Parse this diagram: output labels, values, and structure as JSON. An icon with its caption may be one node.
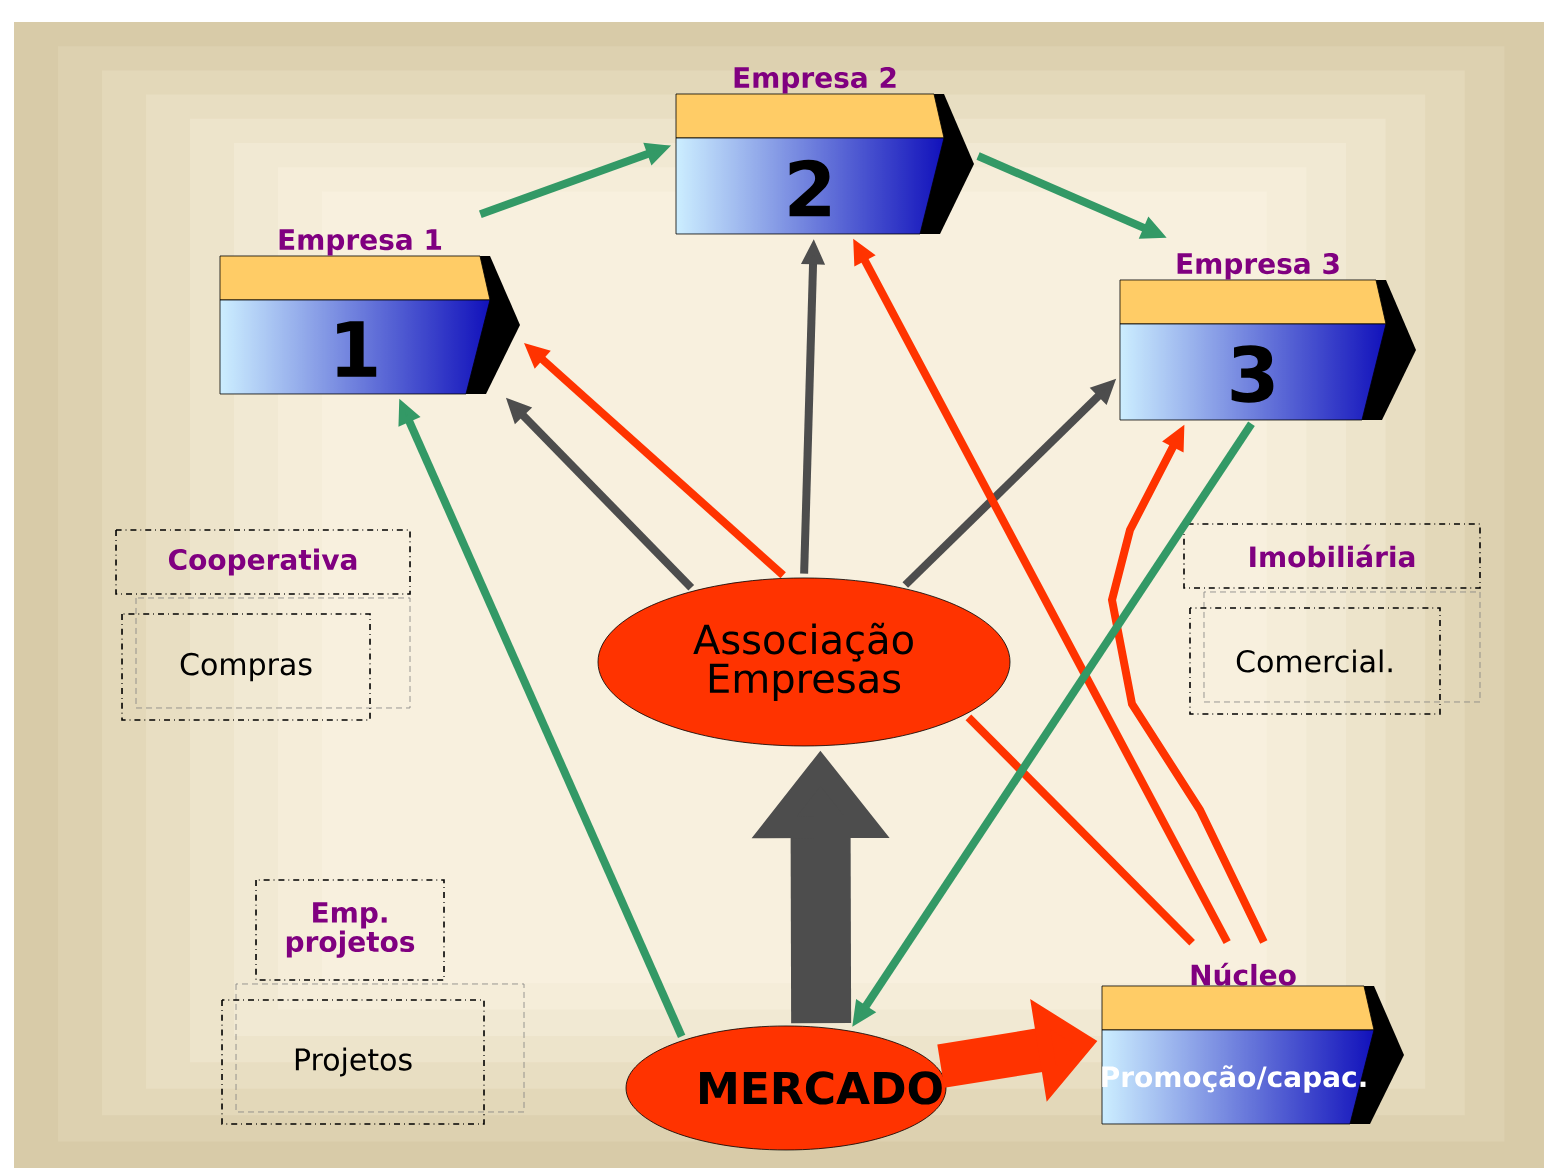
{
  "diagram": {
    "nodes": [
      {
        "text": [
          "Empresa 1",
          "1"
        ]
      },
      {
        "text": [
          "Empresa 2",
          "2"
        ]
      },
      {
        "text": [
          "Empresa 3",
          "3"
        ]
      },
      {
        "text": [
          "Cooperativa",
          "Compras"
        ]
      },
      {
        "text": [
          "Imobiliária",
          "Comercial."
        ]
      },
      {
        "text": [
          "Associação Empresas"
        ]
      },
      {
        "text": [
          "Emp. projetos",
          "Projetos"
        ]
      },
      {
        "text": [
          "Núcleo",
          "Promoção/capac."
        ]
      },
      {
        "text": [
          "MERCADO"
        ]
      }
    ],
    "edges": [
      {
        "from": 0,
        "to": 1,
        "arrow": "to",
        "color": "#339966"
      },
      {
        "from": 1,
        "to": 2,
        "arrow": "to",
        "color": "#339966"
      },
      {
        "from": 5,
        "to": 0,
        "arrow": "to",
        "color": "#4d4d4d"
      },
      {
        "from": 5,
        "to": 0,
        "arrow": "to",
        "color": "#ff3300"
      },
      {
        "from": 5,
        "to": 1,
        "arrow": "to",
        "color": "#4d4d4d"
      },
      {
        "from": 5,
        "to": 2,
        "arrow": "to",
        "color": "#4d4d4d"
      },
      {
        "from": 7,
        "to": 1,
        "arrow": "to",
        "color": "#ff3300"
      },
      {
        "from": 7,
        "to": 5,
        "arrow": "none",
        "color": "#ff3300"
      },
      {
        "from": 7,
        "to": 2,
        "arrow": "to",
        "color": "#ff3300"
      },
      {
        "from": 2,
        "to": 8,
        "arrow": "to",
        "color": "#339966"
      },
      {
        "from": 8,
        "to": 0,
        "arrow": "to",
        "color": "#339966"
      },
      {
        "from": 8,
        "to": 5,
        "arrow": "to",
        "style": "thick",
        "color": "#4d4d4d"
      },
      {
        "from": 8,
        "to": 7,
        "arrow": "to",
        "style": "thick",
        "color": "#ff3300"
      }
    ]
  }
}
